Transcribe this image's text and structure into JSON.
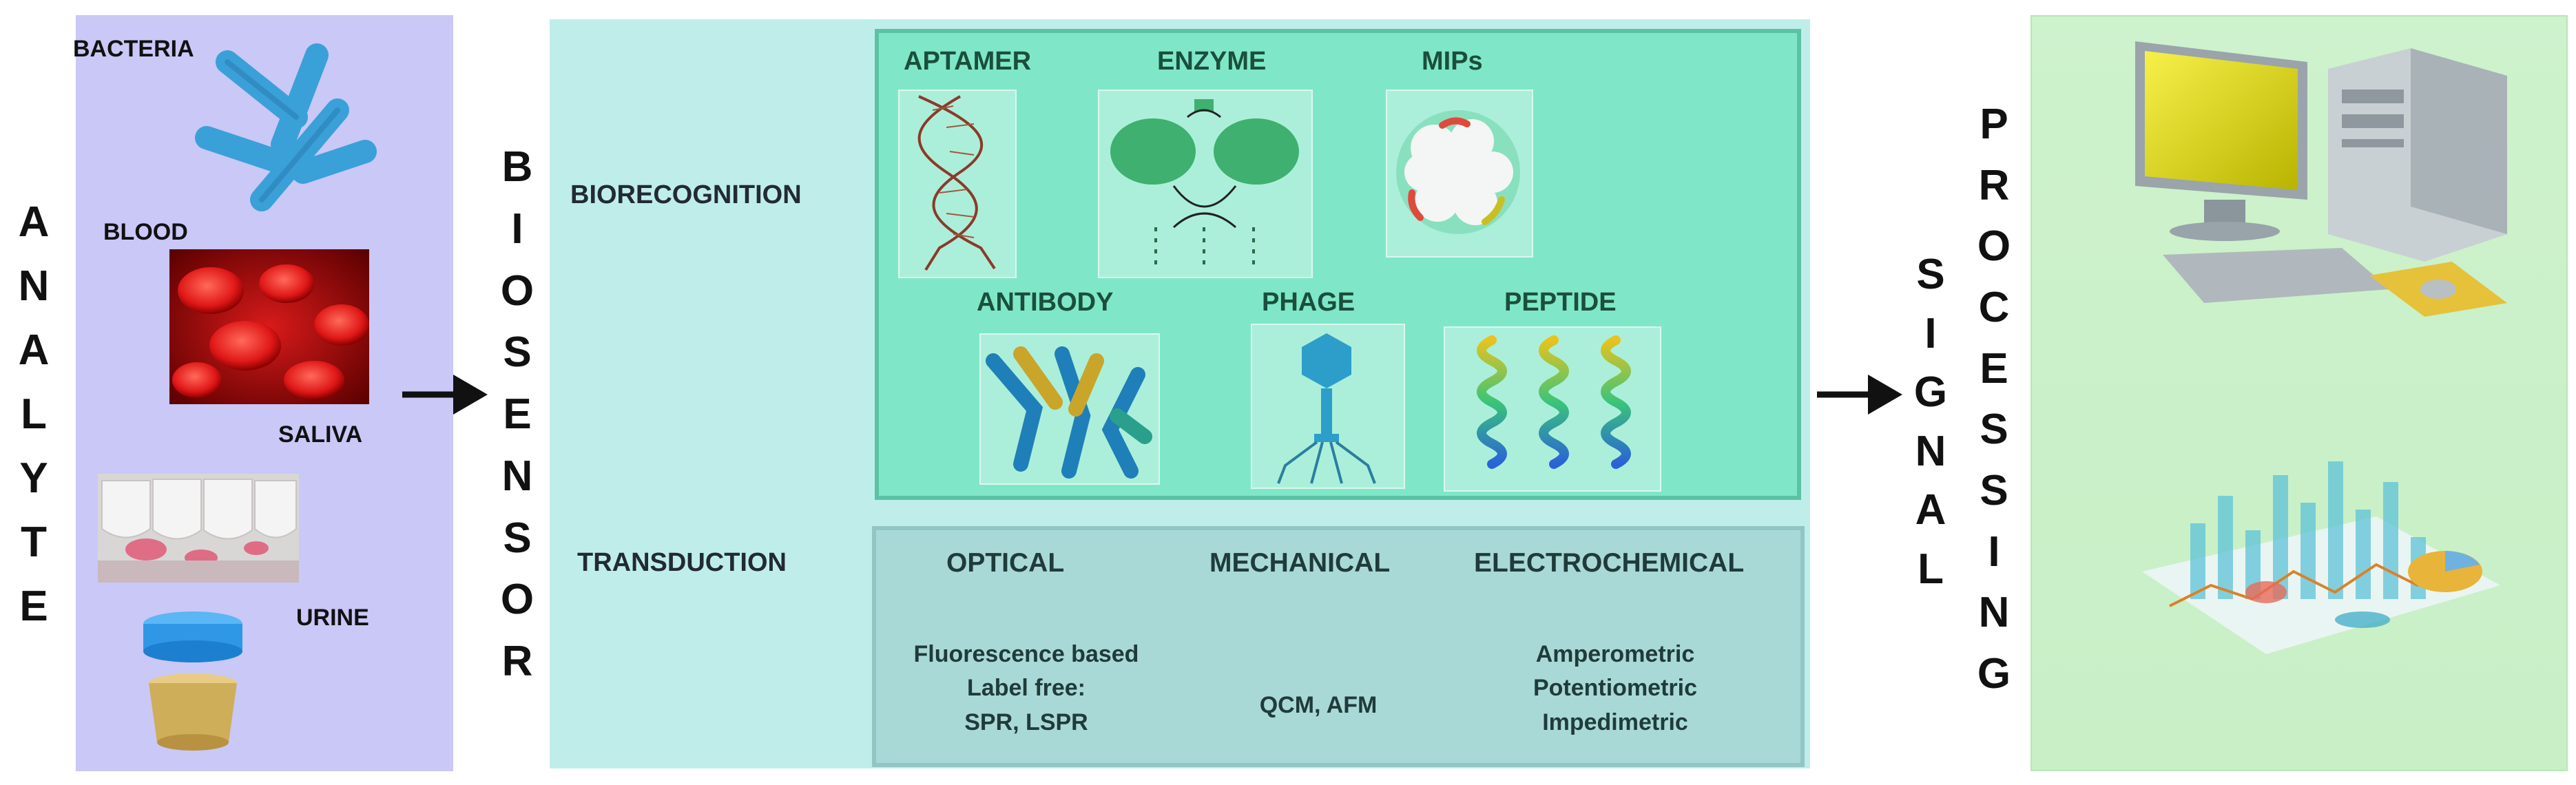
{
  "analyte": {
    "letters": [
      "A",
      "N",
      "A",
      "L",
      "Y",
      "T",
      "E"
    ],
    "bacteria_label": "BACTERIA",
    "blood_label": "BLOOD",
    "saliva_label": "SALIVA",
    "urine_label": "URINE"
  },
  "biosensor": {
    "letters": [
      "B",
      "I",
      "O",
      "S",
      "E",
      "N",
      "S",
      "O",
      "R"
    ],
    "biorecognition_label": "BIORECOGNITION",
    "transduction_label": "TRANSDUCTION",
    "elements": {
      "aptamer": "APTAMER",
      "enzyme": "ENZYME",
      "mips": "MIPs",
      "antibody": "ANTIBODY",
      "phage": "PHAGE",
      "peptide": "PEPTIDE"
    },
    "transducers": {
      "optical": {
        "label": "OPTICAL",
        "line1": "Fluorescence based",
        "line2": "Label free:",
        "line3": "SPR, LSPR"
      },
      "mechanical": {
        "label": "MECHANICAL",
        "line1": "QCM, AFM"
      },
      "electrochemical": {
        "label": "ELECTROCHEMICAL",
        "line1": "Amperometric",
        "line2": "Potentiometric",
        "line3": "Impedimetric"
      }
    }
  },
  "signal": {
    "signal_letters": [
      "S",
      "I",
      "G",
      "N",
      "A",
      "L"
    ],
    "processing_letters": [
      "P",
      "R",
      "O",
      "C",
      "E",
      "S",
      "S",
      "I",
      "N",
      "G"
    ]
  },
  "colors": {
    "analyte_bg": "#c9c8f7",
    "biosensor_bg": "#bfeeea",
    "biorecognition_bg": "#7fe7c7",
    "transduction_bg": "#a9d9d7",
    "signal_bg": "#cdf2cd"
  }
}
